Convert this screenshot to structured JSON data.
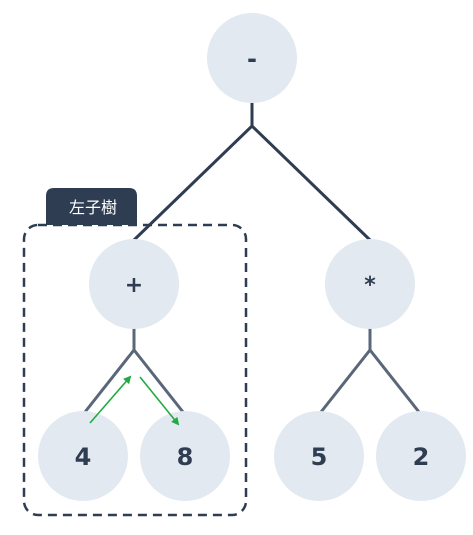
{
  "tree": {
    "root": {
      "label": "-"
    },
    "left": {
      "label": "+",
      "left": "4",
      "right": "8"
    },
    "right": {
      "label": "*",
      "left": "5",
      "right": "2"
    }
  },
  "subtree_tag": {
    "label": "左子樹"
  },
  "colors": {
    "node_fill": "#e3e9f1",
    "node_text": "#2f3d52",
    "edge_main": "#2f3d52",
    "edge_sub": "#5a6779",
    "traversal_arrow": "#22aa44",
    "tag_fill": "#2f3d52",
    "subtree_border": "#2f3d52"
  }
}
